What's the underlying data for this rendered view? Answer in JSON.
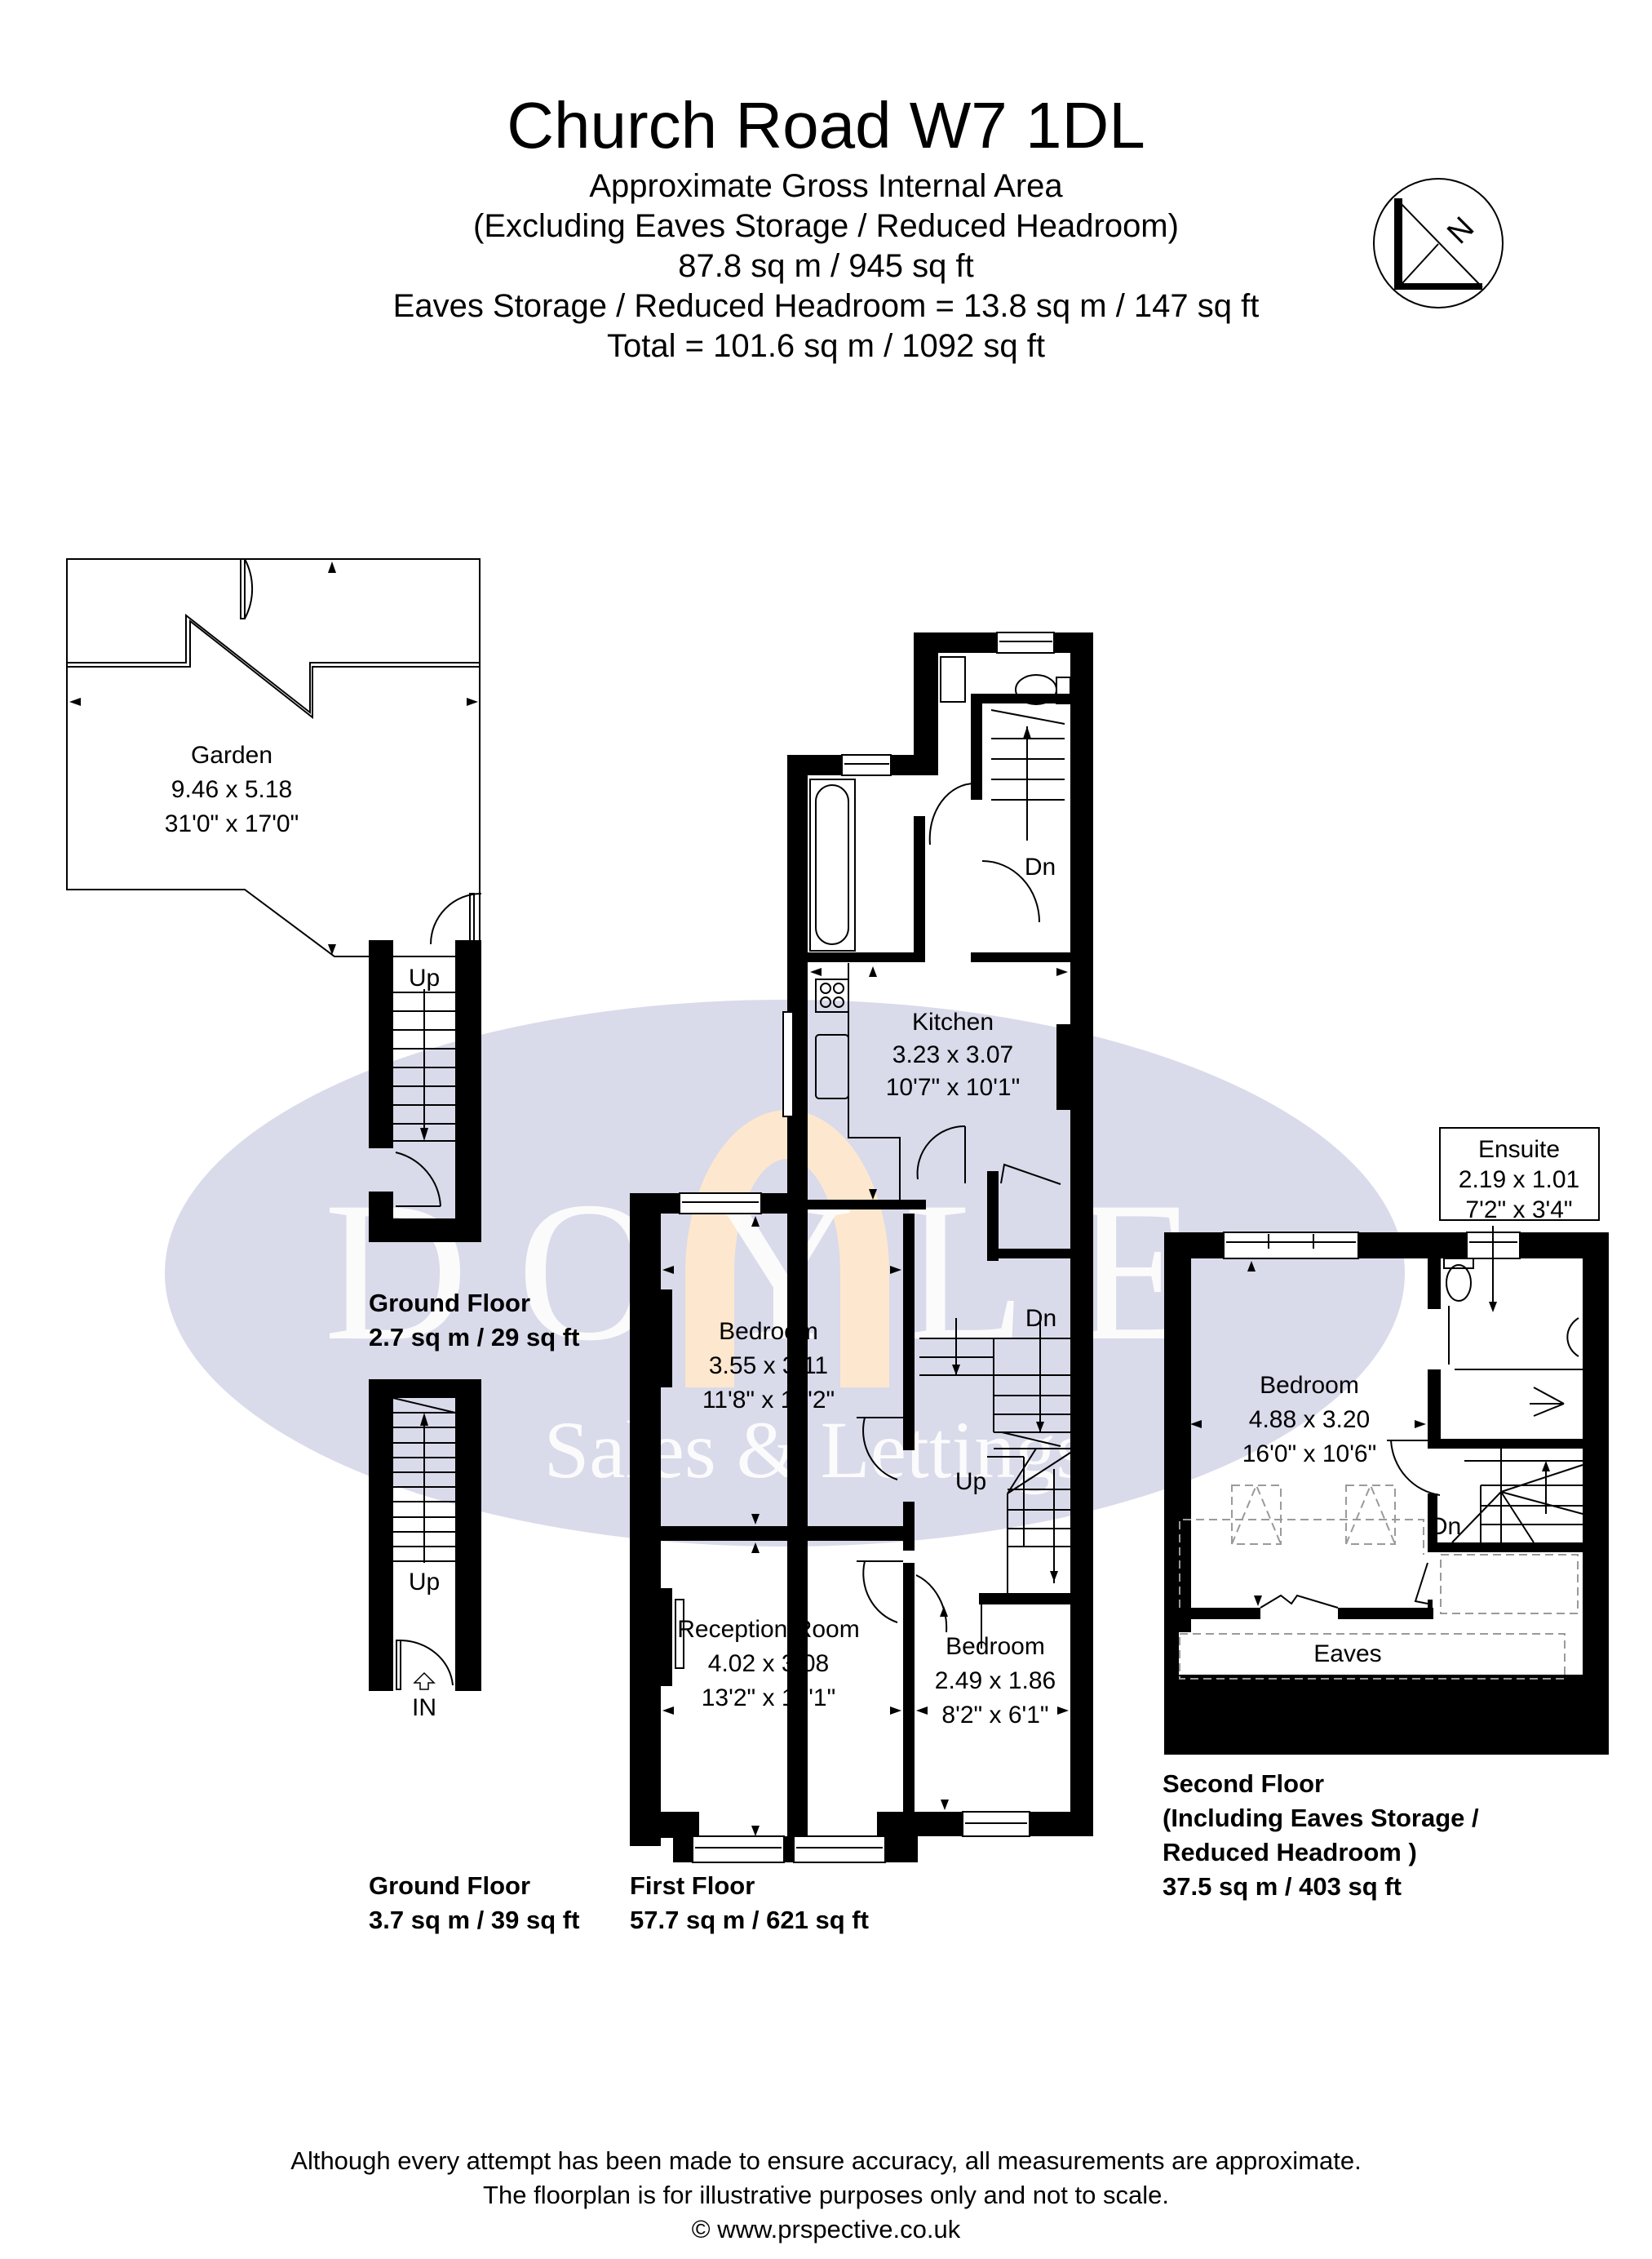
{
  "header": {
    "title": "Church Road W7 1DL",
    "lines": [
      "Approximate Gross Internal Area",
      "(Excluding Eaves Storage / Reduced Headroom)",
      "87.8 sq m / 945 sq ft",
      "Eaves Storage / Reduced Headroom = 13.8 sq m / 147 sq ft",
      "Total = 101.6 sq m / 1092 sq ft"
    ]
  },
  "compass": {
    "label": "N",
    "icon": "north-arrow-icon"
  },
  "watermark": {
    "brand": "DOYLE",
    "tagline": "Sales & Lettings",
    "colors": {
      "ellipse": "#d9daea",
      "arc": "#fde8cf",
      "text": "#ffffff"
    }
  },
  "rooms": {
    "garden": {
      "name": "Garden",
      "metric": "9.46 x 5.18",
      "imperial": "31'0\" x 17'0\""
    },
    "kitchen": {
      "name": "Kitchen",
      "metric": "3.23 x 3.07",
      "imperial": "10'7\" x 10'1\""
    },
    "bedroom1": {
      "name": "Bedroom",
      "metric": "3.55 x 3.11",
      "imperial": "11'8\" x 10'2\""
    },
    "reception": {
      "name": "Reception Room",
      "metric": "4.02 x 3.08",
      "imperial": "13'2\" x 10'1\""
    },
    "bedroom2": {
      "name": "Bedroom",
      "metric": "2.49 x 1.86",
      "imperial": "8'2\" x 6'1\""
    },
    "bedroom3": {
      "name": "Bedroom",
      "metric": "4.88 x 3.20",
      "imperial": "16'0\" x 10'6\""
    },
    "ensuite": {
      "name": "Ensuite",
      "metric": "2.19 x 1.01",
      "imperial": "7'2\" x 3'4\""
    },
    "eaves": {
      "name": "Eaves"
    }
  },
  "stair_labels": {
    "up": "Up",
    "dn": "Dn",
    "in": "IN"
  },
  "floors": {
    "ground_upper": {
      "name": "Ground Floor",
      "area": "2.7 sq m / 29 sq ft"
    },
    "ground_lower": {
      "name": "Ground Floor",
      "area": "3.7 sq m / 39 sq ft"
    },
    "first": {
      "name": "First Floor",
      "area": "57.7 sq m / 621 sq ft"
    },
    "second": {
      "name": "Second Floor",
      "note_1": "(Including Eaves Storage /",
      "note_2": "Reduced Headroom )",
      "area": "37.5 sq m / 403 sq ft"
    }
  },
  "footer": {
    "line1": "Although every attempt has been made to ensure accuracy, all measurements are approximate.",
    "line2": "The floorplan is for illustrative purposes only and not to scale.",
    "line3": "© www.prspective.co.uk"
  }
}
